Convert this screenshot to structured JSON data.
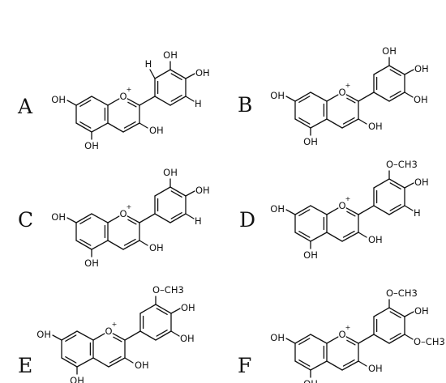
{
  "figure": {
    "panels": [
      {
        "id": "A",
        "label": "A",
        "flavylium_charge": "+",
        "substituents": {
          "C3": "OH",
          "C5": "OH",
          "C7": "OH",
          "O1": "O",
          "B_ortho_top": "H",
          "B_meta_top": "OH",
          "B_para": "OH",
          "B_meta_bottom": "H"
        }
      },
      {
        "id": "B",
        "label": "B",
        "flavylium_charge": "+",
        "substituents": {
          "C3": "OH",
          "C5": "OH",
          "C7": "OH",
          "O1": "O",
          "B_meta_top": "OH",
          "B_para": "OH",
          "B_meta_bottom": "OH"
        }
      },
      {
        "id": "C",
        "label": "C",
        "flavylium_charge": "+",
        "substituents": {
          "C3": "OH",
          "C5": "OH",
          "C7": "OH",
          "O1": "O",
          "B_meta_top": "OH",
          "B_para": "OH",
          "B_meta_bottom": "H"
        }
      },
      {
        "id": "D",
        "label": "D",
        "flavylium_charge": "+",
        "substituents": {
          "C3": "OH",
          "C5": "OH",
          "C7": "OH",
          "O1": "O",
          "B_meta_top": "O–CH3",
          "B_para": "OH",
          "B_meta_bottom": "H"
        }
      },
      {
        "id": "E",
        "label": "E",
        "flavylium_charge": "+",
        "substituents": {
          "C3": "OH",
          "C5": "OH",
          "C7": "OH",
          "O1": "O",
          "B_meta_top": "O–CH3",
          "B_para": "OH",
          "B_meta_bottom": "OH"
        }
      },
      {
        "id": "F",
        "label": "F",
        "flavylium_charge": "+",
        "substituents": {
          "C3": "OH",
          "C5": "OH",
          "C7": "OH",
          "O1": "O",
          "B_meta_top": "O–CH3",
          "B_para": "OH",
          "B_meta_bottom": "O–CH3"
        }
      }
    ]
  }
}
